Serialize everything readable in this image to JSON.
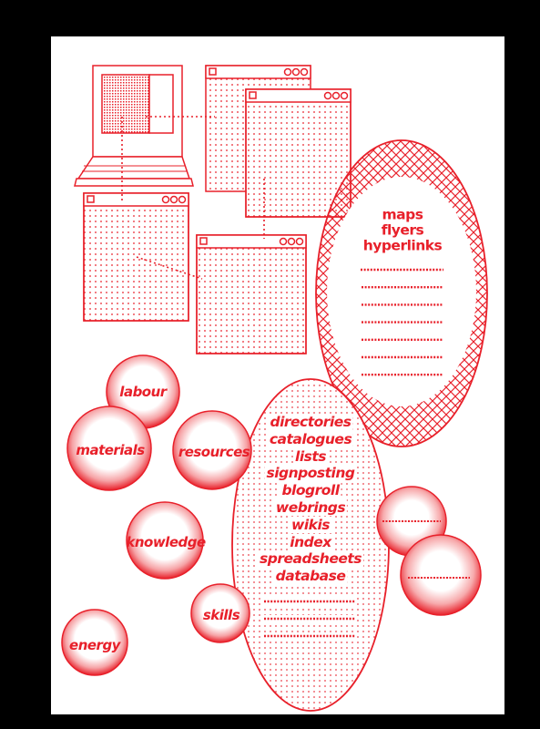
{
  "colors": {
    "ink": "#e8202a",
    "paper": "#ffffff",
    "background": "#000000"
  },
  "top_oval": {
    "items": [
      "maps",
      "flyers",
      "hyperlinks"
    ],
    "blank_lines": 7
  },
  "list_oval": {
    "items": [
      "directories",
      "catalogues",
      "lists",
      "signposting",
      "blogroll",
      "webrings",
      "wikis",
      "index",
      "spreadsheets",
      "database"
    ],
    "blank_lines": 3
  },
  "bubbles": {
    "labour": "labour",
    "materials": "materials",
    "resources": "resources",
    "knowledge": "knowledge",
    "skills": "skills",
    "energy": "energy"
  },
  "icons": [
    "laptop-icon",
    "browser-window-icon"
  ]
}
